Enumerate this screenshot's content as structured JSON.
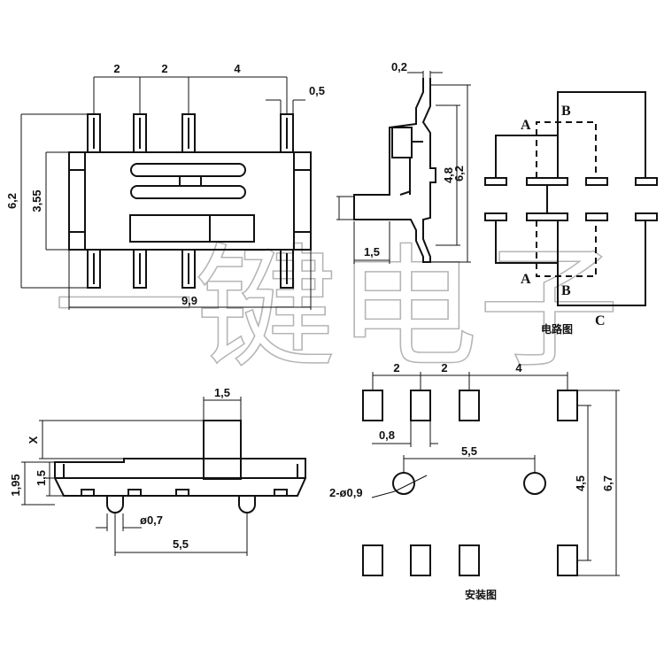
{
  "watermark": "一键电子",
  "top_view": {
    "pitch_1": "2",
    "pitch_2": "2",
    "pitch_3": "4",
    "pin_width": "0,5",
    "overall_height": "6,2",
    "body_height": "3,55",
    "body_length": "9,9"
  },
  "side_view": {
    "thickness": "0,2",
    "inner_height": "4,8",
    "outer_height": "6,2",
    "foot_length": "1,5"
  },
  "circuit": {
    "caption": "电路图",
    "terminal_a": "A",
    "terminal_b": "B",
    "terminal_c": "C"
  },
  "front_view": {
    "knob_width": "1,5",
    "travel": "X",
    "body_height": "1,95",
    "base_height": "1,5",
    "post_diameter": "ø0,7",
    "post_spacing": "5,5"
  },
  "footprint": {
    "caption": "安装图",
    "pitch_1": "2",
    "pitch_2": "2",
    "pitch_3": "4",
    "pad_width": "0,8",
    "hole_spacing": "5,5",
    "hole_label": "2-ø0,9",
    "pad_row_pitch": "4,5",
    "overall": "6,7"
  }
}
